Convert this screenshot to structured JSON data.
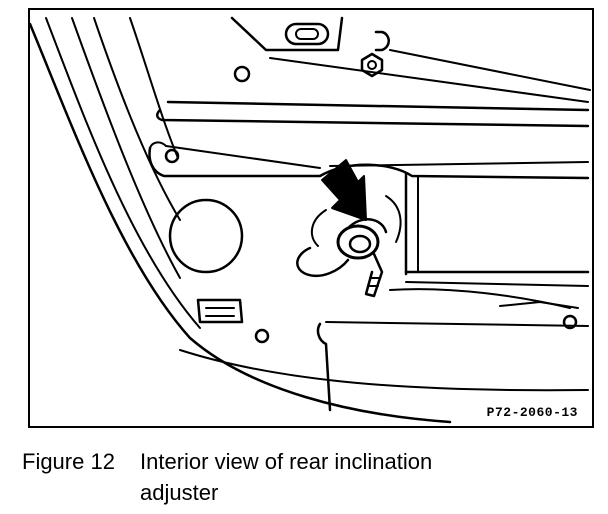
{
  "figure": {
    "code": "P72-2060-13",
    "label": "Figure 12",
    "caption_line1": "Interior view of rear inclination",
    "caption_line2": "adjuster"
  },
  "colors": {
    "ink": "#000000",
    "paper": "#ffffff"
  }
}
